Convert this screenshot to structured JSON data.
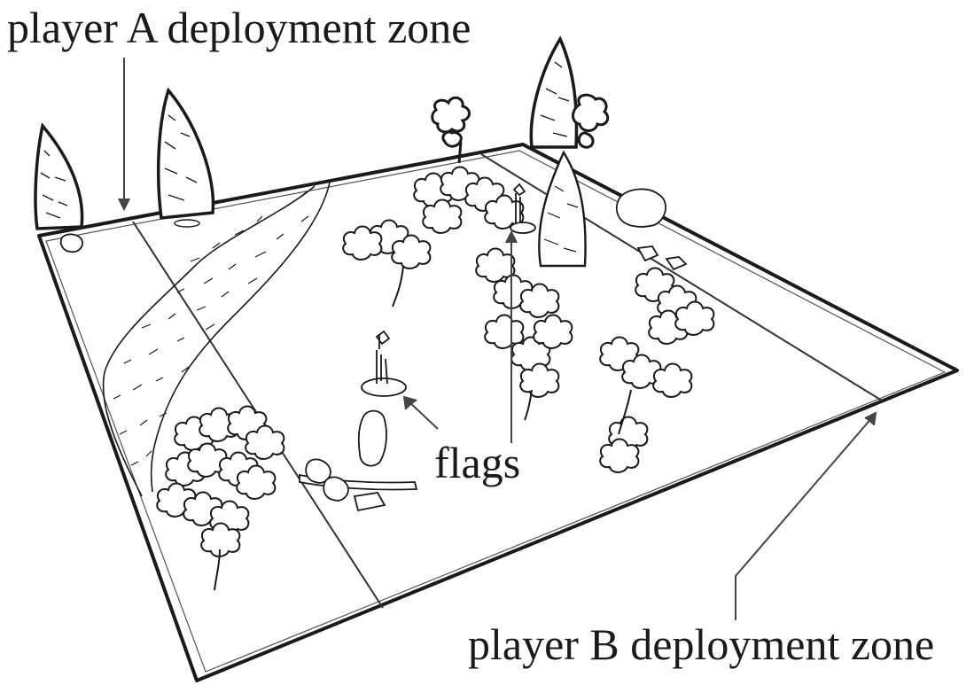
{
  "labels": {
    "player_a": "player A deployment zone",
    "flags": "flags",
    "player_b": "player B deployment zone"
  },
  "colors": {
    "ink": "#1a1a1a",
    "background": "#ffffff",
    "board": "#ffffff"
  }
}
